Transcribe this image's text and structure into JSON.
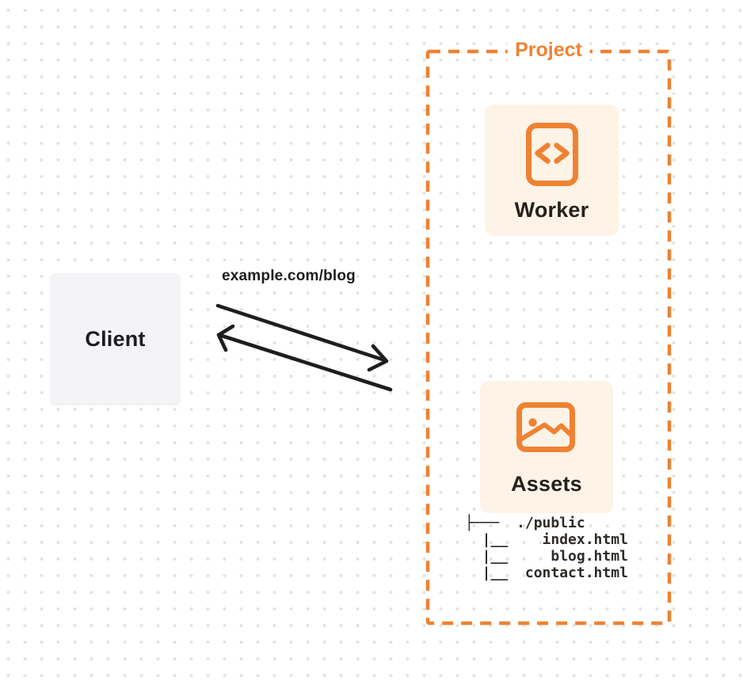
{
  "client": {
    "label": "Client"
  },
  "request_label": "example.com/blog",
  "project": {
    "label": "Project",
    "worker": {
      "label": "Worker",
      "icon": "code-document-icon"
    },
    "assets": {
      "label": "Assets",
      "icon": "image-icon"
    },
    "file_tree": {
      "root": "./public",
      "files": [
        "index.html",
        "blog.html",
        "contact.html"
      ],
      "lines": [
        "├───  ./public",
        "  |__    index.html",
        "  |__     blog.html",
        "  |__  contact.html"
      ]
    }
  },
  "colors": {
    "accent_orange": "#EF8232",
    "card_background": "#FDF3E6",
    "client_background": "#F4F4F6",
    "arrow": "#1E1E1E",
    "text_dark": "#1D1D1F",
    "tree_text": "#2E2B28",
    "dot_grid": "#E3E3E6"
  }
}
